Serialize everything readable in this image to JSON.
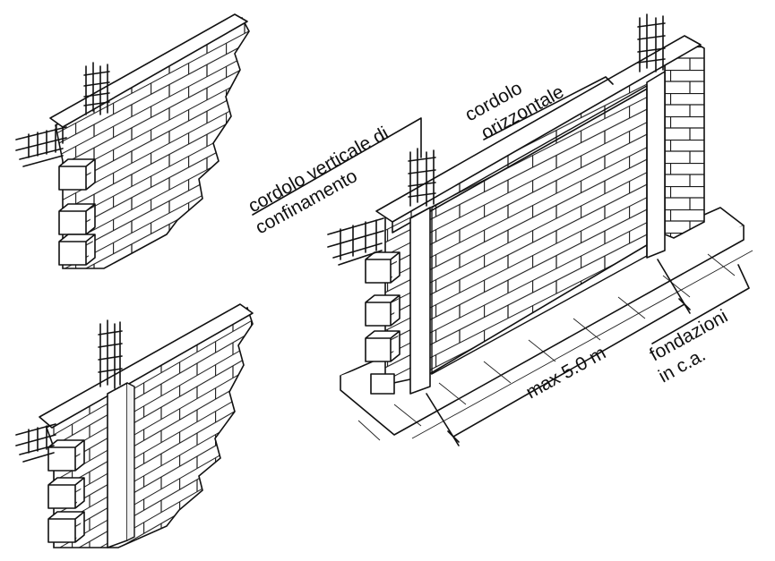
{
  "labels": {
    "vertical_confinement": [
      "cordolo verticale di",
      "confinamento"
    ],
    "horizontal_tie_beam": [
      "cordolo",
      "orizzontale"
    ],
    "max_length": "max 5.0 m",
    "foundation": [
      "fondazioni",
      "in c.a."
    ]
  },
  "colors": {
    "ink": "#111111",
    "background": "#ffffff"
  }
}
